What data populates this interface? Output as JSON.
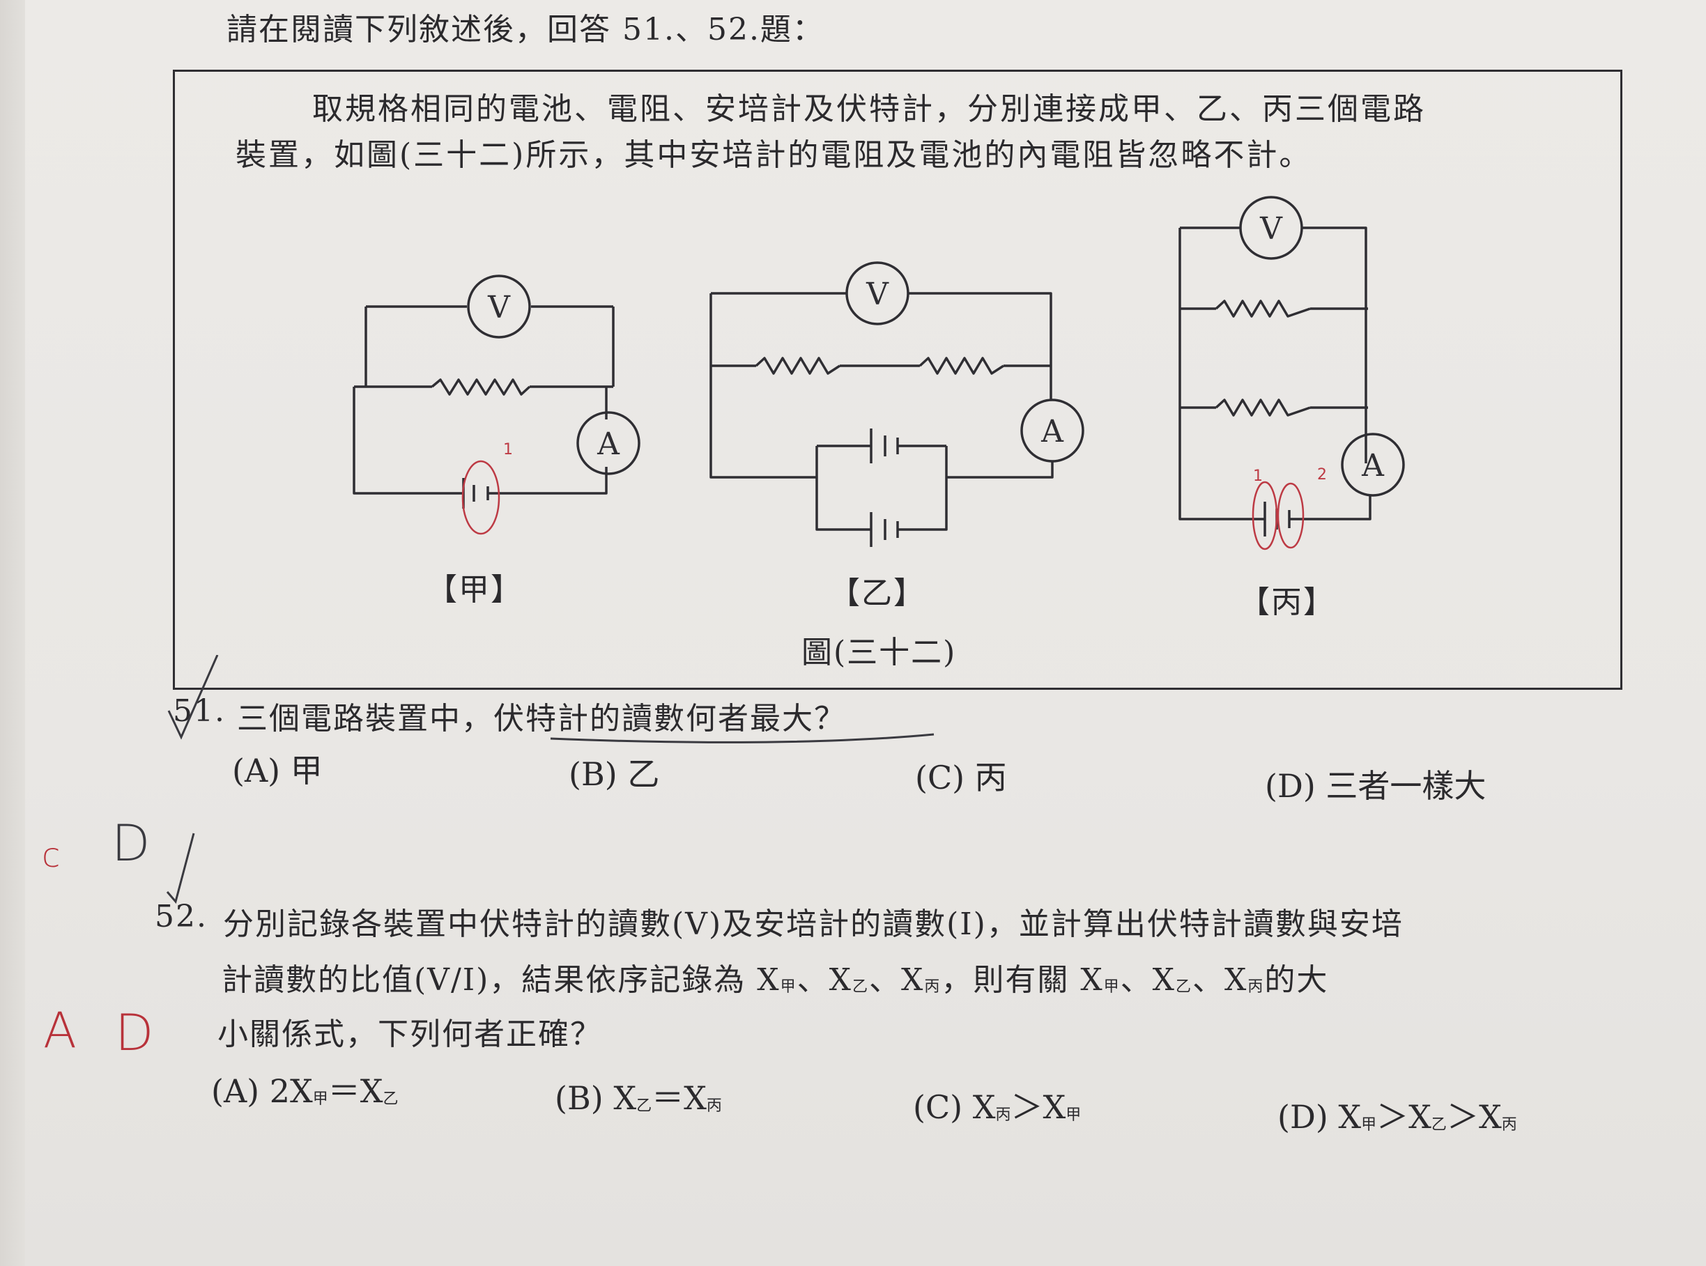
{
  "intro": "請在閱讀下列敘述後，回答 51.、52.題：",
  "passage": {
    "line1": "取規格相同的電池、電阻、安培計及伏特計，分別連接成甲、乙、丙三個電路",
    "line2": "裝置，如圖(三十二)所示，其中安培計的電阻及電池的內電阻皆忽略不計。"
  },
  "figure": {
    "voltmeter_symbol": "V",
    "ammeter_symbol": "A",
    "label_jia": "【甲】",
    "label_yi": "【乙】",
    "label_bing": "【丙】",
    "caption": "圖(三十二)",
    "annotation_jia": "1",
    "annotation_bing_1": "1",
    "annotation_bing_2": "2"
  },
  "q51": {
    "stem_num": "51.",
    "stem_text": "三個電路裝置中，伏特計的讀數何者最大？",
    "options": {
      "A": "(A) 甲",
      "B": "(B) 乙",
      "C": "(C) 丙",
      "D": "(D) 三者一樣大"
    }
  },
  "q52": {
    "stem_num": "52.",
    "line1": "分別記錄各裝置中伏特計的讀數(V)及安培計的讀數(I)，並計算出伏特計讀數與安培",
    "line2_a": "計讀數的比值(V/I)，結果依序記錄為 X",
    "line2_b": "、X",
    "line2_c": "、X",
    "line2_d": "，則有關 X",
    "line2_e": "、X",
    "line2_f": "、X",
    "line2_g": "的大",
    "line3": "小關係式，下列何者正確？",
    "sub_jia": "甲",
    "sub_yi": "乙",
    "sub_bing": "丙",
    "opt_A_a": "(A) 2X",
    "opt_A_b": "＝X",
    "opt_B_a": "(B) X",
    "opt_B_b": "＝X",
    "opt_C_a": "(C) X",
    "opt_C_b": "＞X",
    "opt_D_a": "(D) X",
    "opt_D_b": "＞X",
    "opt_D_c": "＞X"
  },
  "handwriting": {
    "q51_left_a": "c",
    "q51_left_b": "D",
    "q52_left_a": "A",
    "q52_left_b": "D"
  }
}
